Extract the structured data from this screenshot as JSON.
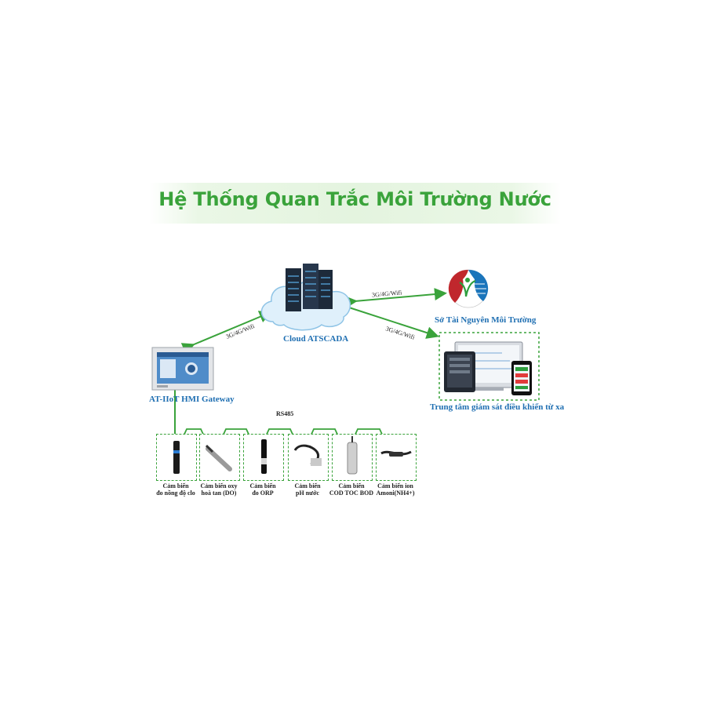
{
  "title": "Hệ Thống Quan Trắc Môi Trường Nước",
  "nodes": {
    "cloud": "Cloud ATSCADA",
    "agency": "Sở Tài Nguyên Môi Trường",
    "monitoring": "Trung tâm giám sát điều khiển từ xa",
    "gateway": "AT-IIoT HMI Gateway"
  },
  "links": {
    "gateway_cloud": "3G/4G/Wifi",
    "cloud_agency": "3G/4G/Wifi",
    "cloud_monitoring": "3G/4G/Wifi",
    "bus": "RS485"
  },
  "sensors": [
    {
      "line1": "Cảm biến",
      "line2": "đo nồng độ clo"
    },
    {
      "line1": "Cảm biến oxy",
      "line2": "hoà tan (DO)"
    },
    {
      "line1": "Cảm biến",
      "line2": "đo ORP"
    },
    {
      "line1": "Cảm biến",
      "line2": "pH nước"
    },
    {
      "line1": "Cảm biến",
      "line2": "COD TOC BOD"
    },
    {
      "line1": "Cảm biến ion",
      "line2": "Amoni(NH4+)"
    }
  ],
  "colors": {
    "green": "#3aa33b",
    "blue": "#1f6fb2"
  }
}
